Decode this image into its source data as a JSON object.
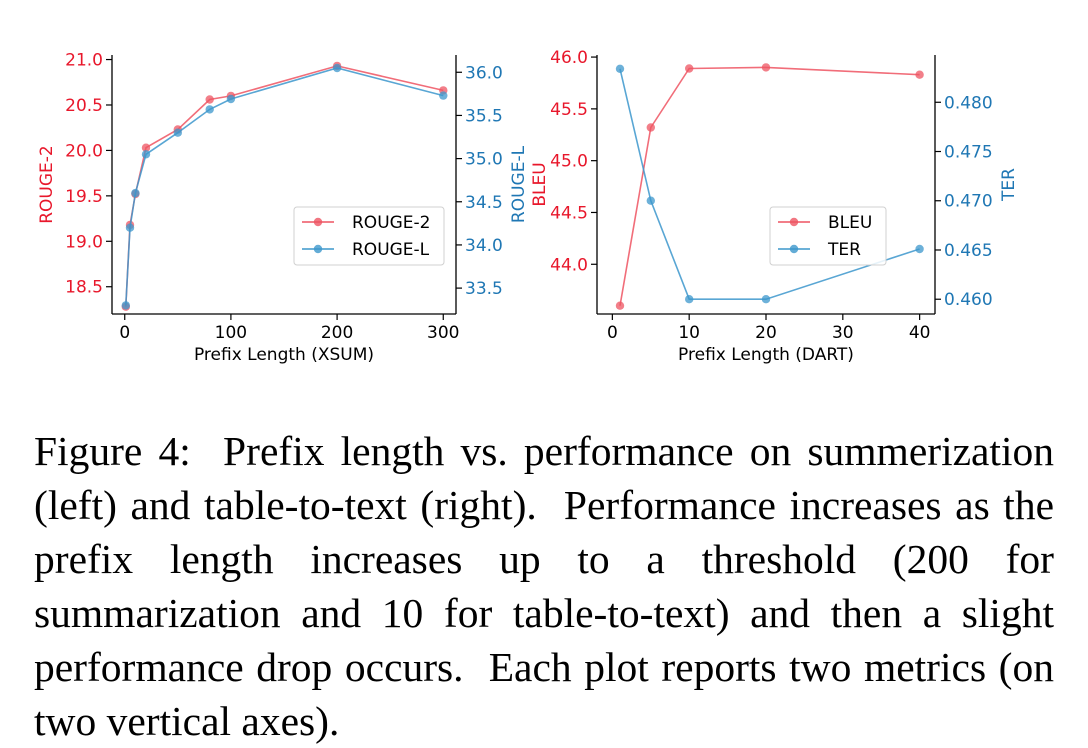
{
  "colors": {
    "left_axis": "#e8172b",
    "right_axis": "#1f77b4",
    "series_a": "#ee5462",
    "series_b": "#3c97cc",
    "overlap": "#7a6b8f"
  },
  "chart_data": [
    {
      "type": "line",
      "xlabel": "Prefix Length (XSUM)",
      "ylabel_left": "ROUGE-2",
      "ylabel_right": "ROUGE-L",
      "xlim": [
        -12,
        312
      ],
      "xticks": [
        0,
        100,
        200,
        300
      ],
      "ylim_left": [
        18.2,
        21.05
      ],
      "yticks_left": [
        "18.5",
        "19.0",
        "19.5",
        "20.0",
        "20.5",
        "21.0"
      ],
      "ylim_right": [
        33.2,
        36.2
      ],
      "yticks_right": [
        "33.5",
        "34.0",
        "34.5",
        "35.0",
        "35.5",
        "36.0"
      ],
      "legend": "center-right",
      "grid": false,
      "series": [
        {
          "name": "ROUGE-2",
          "axis": "left",
          "x": [
            1,
            5,
            10,
            20,
            50,
            80,
            100,
            200,
            300
          ],
          "y": [
            18.28,
            19.18,
            19.52,
            20.03,
            20.23,
            20.56,
            20.6,
            20.93,
            20.66
          ]
        },
        {
          "name": "ROUGE-L",
          "axis": "right",
          "x": [
            1,
            5,
            10,
            20,
            50,
            80,
            100,
            200,
            300
          ],
          "y": [
            33.3,
            34.2,
            34.6,
            35.05,
            35.3,
            35.57,
            35.69,
            36.05,
            35.73
          ]
        }
      ]
    },
    {
      "type": "line",
      "xlabel": "Prefix Length (DART)",
      "ylabel_left": "BLEU",
      "ylabel_right": "TER",
      "xlim": [
        -2,
        42
      ],
      "xticks": [
        0,
        10,
        20,
        30,
        40
      ],
      "ylim_left": [
        43.52,
        46.02
      ],
      "yticks_left": [
        "44.0",
        "44.5",
        "45.0",
        "45.5",
        "46.0"
      ],
      "ylim_right": [
        0.4585,
        0.4848
      ],
      "yticks_right": [
        "0.460",
        "0.465",
        "0.470",
        "0.475",
        "0.480"
      ],
      "legend": "center-right",
      "grid": false,
      "series": [
        {
          "name": "BLEU",
          "axis": "left",
          "x": [
            1,
            5,
            10,
            20,
            40
          ],
          "y": [
            43.6,
            45.32,
            45.89,
            45.9,
            45.83
          ]
        },
        {
          "name": "TER",
          "axis": "right",
          "x": [
            1,
            5,
            10,
            20,
            40
          ],
          "y": [
            0.4834,
            0.47,
            0.46,
            0.46,
            0.4651
          ]
        }
      ]
    }
  ],
  "caption": "Figure 4:  Prefix length vs. performance on summer­ization (left) and table-to-text (right).  Performance in­creases as the prefix length increases up to a threshold (200 for summarization and 10 for table-to-text) and then a slight performance drop occurs.  Each plot re­ports two metrics (on two vertical axes)."
}
